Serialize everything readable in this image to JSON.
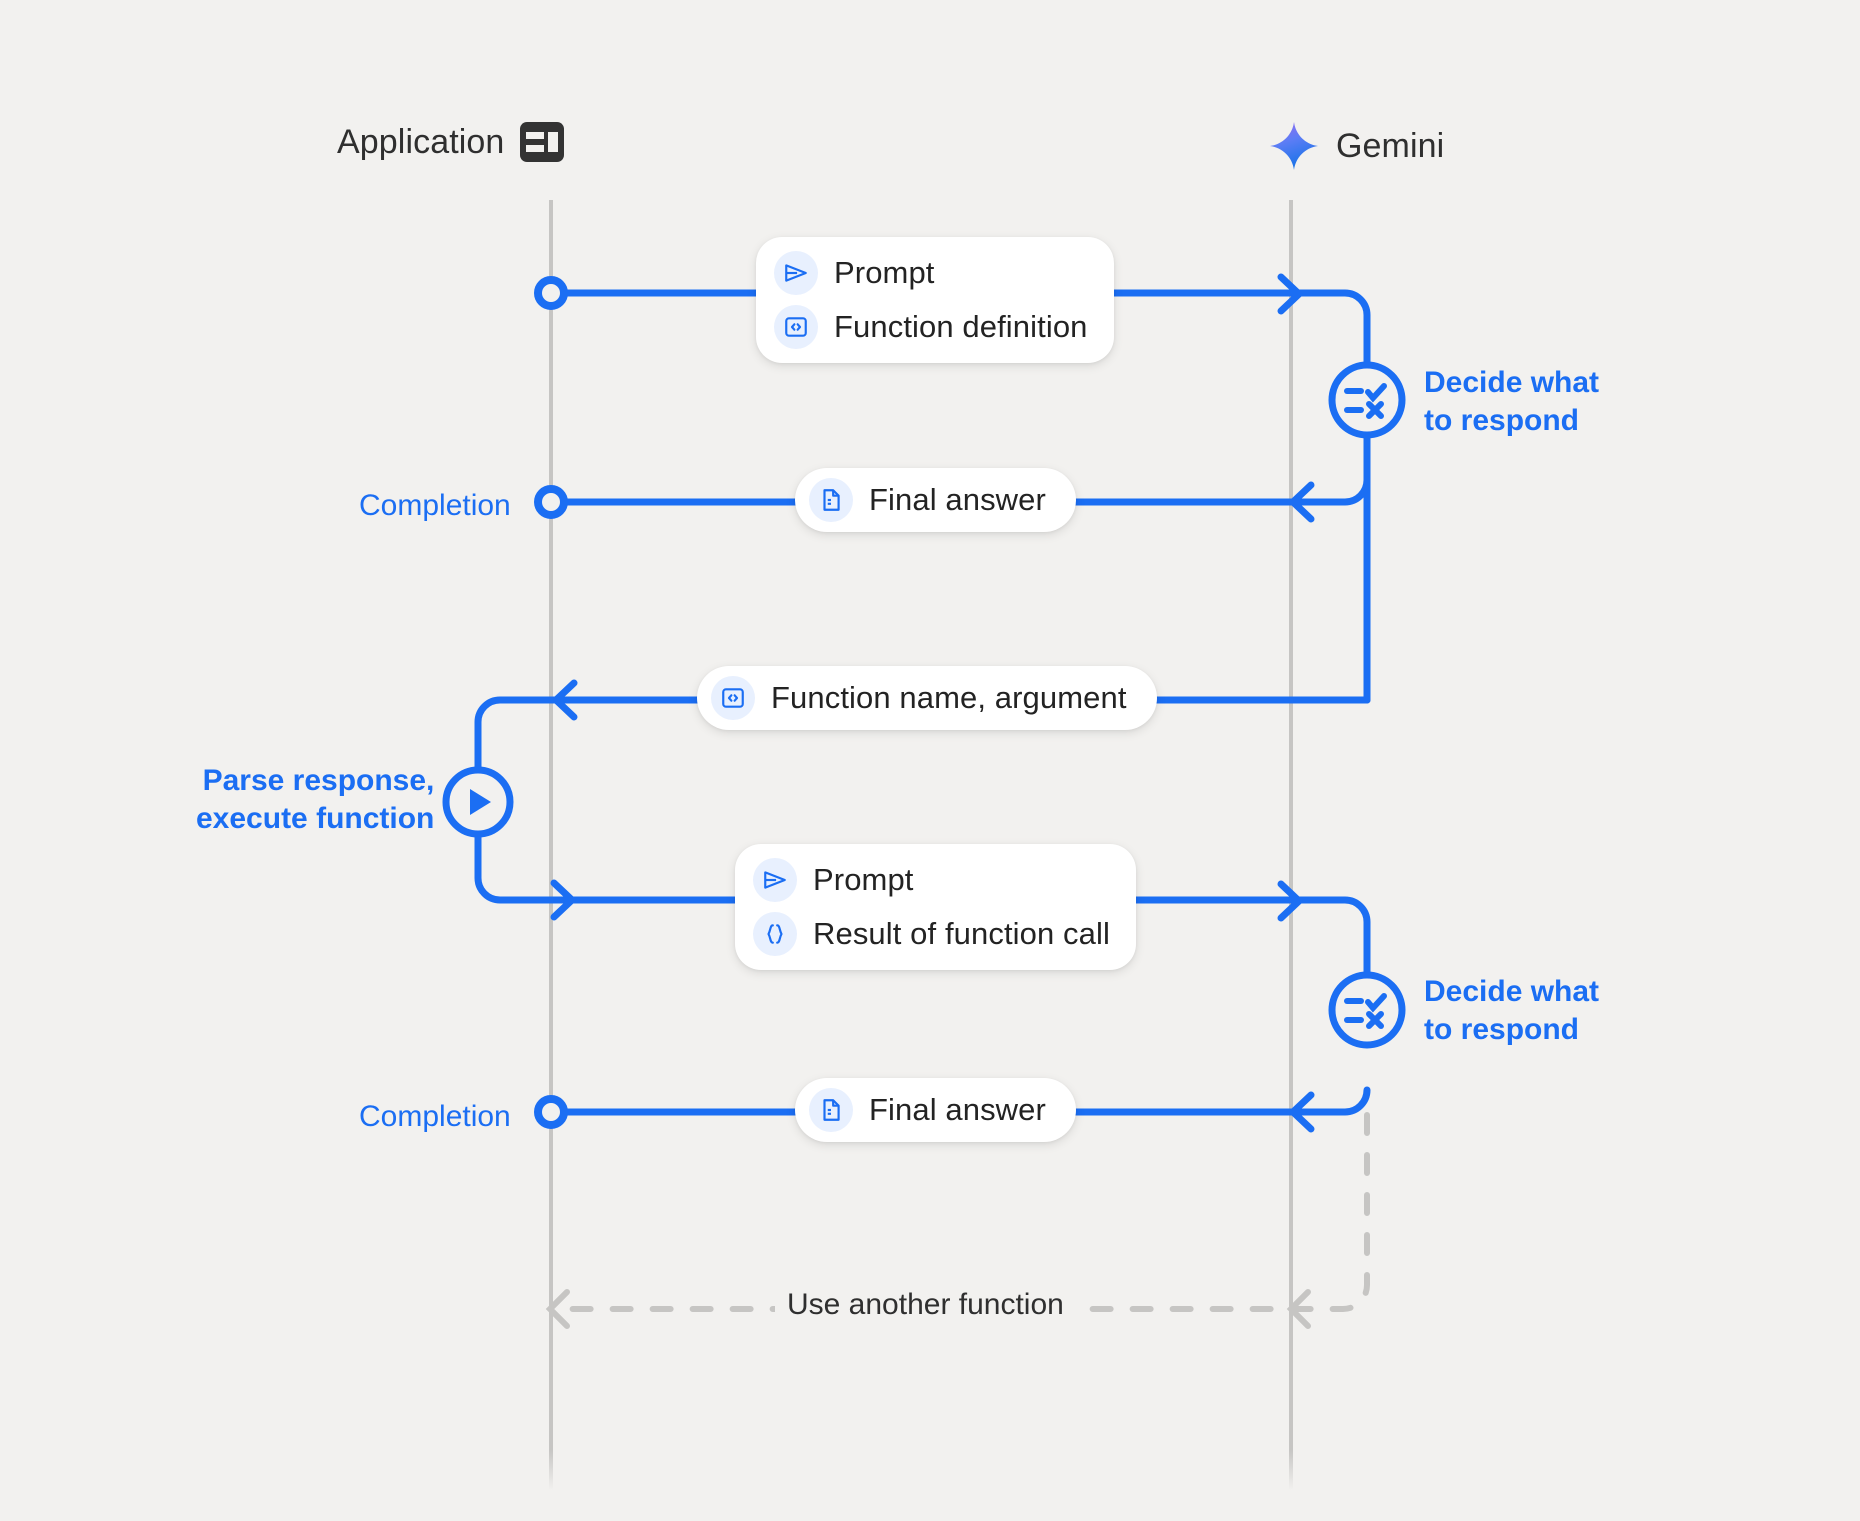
{
  "meta": {
    "title": "Gemini function calling sequence diagram",
    "background_color": "#f2f1ef",
    "accent_blue": "#1b6ef3",
    "line_gray": "#c6c5c3",
    "text_dark": "#232323",
    "badge_bg": "#e8f0fe"
  },
  "columns": {
    "application": {
      "label": "Application",
      "icon": "application-window-icon"
    },
    "gemini": {
      "label": "Gemini",
      "icon": "gemini-sparkle-icon"
    }
  },
  "messages": [
    {
      "id": "prompt-function-definition",
      "direction": "app-to-gemini",
      "rows": [
        {
          "icon": "send-icon",
          "label": "Prompt"
        },
        {
          "icon": "code-brackets-icon",
          "label": "Function definition"
        }
      ]
    },
    {
      "id": "final-answer-1",
      "direction": "gemini-to-app",
      "rows": [
        {
          "icon": "document-icon",
          "label": "Final answer"
        }
      ]
    },
    {
      "id": "function-name-argument",
      "direction": "gemini-to-app",
      "rows": [
        {
          "icon": "code-brackets-icon",
          "label": "Function name,  argument"
        }
      ]
    },
    {
      "id": "prompt-result-of-function-call",
      "direction": "app-to-gemini",
      "rows": [
        {
          "icon": "send-icon",
          "label": "Prompt"
        },
        {
          "icon": "curly-braces-icon",
          "label": "Result of function call"
        }
      ]
    },
    {
      "id": "final-answer-2",
      "direction": "gemini-to-app",
      "rows": [
        {
          "icon": "document-icon",
          "label": "Final answer"
        }
      ]
    }
  ],
  "captions": {
    "completion_1": "Completion",
    "completion_2": "Completion",
    "decide_1": "Decide what\nto respond",
    "decide_2": "Decide what\nto respond",
    "parse_execute": "Parse response,\nexecute function"
  },
  "nodes": {
    "decide_icon": "checklist-decision-icon",
    "execute_icon": "play-triangle-icon",
    "endpoint_icon": "circle-node-icon"
  },
  "loop": {
    "label": "Use another function",
    "style": "dashed",
    "color": "#c6c5c3"
  }
}
